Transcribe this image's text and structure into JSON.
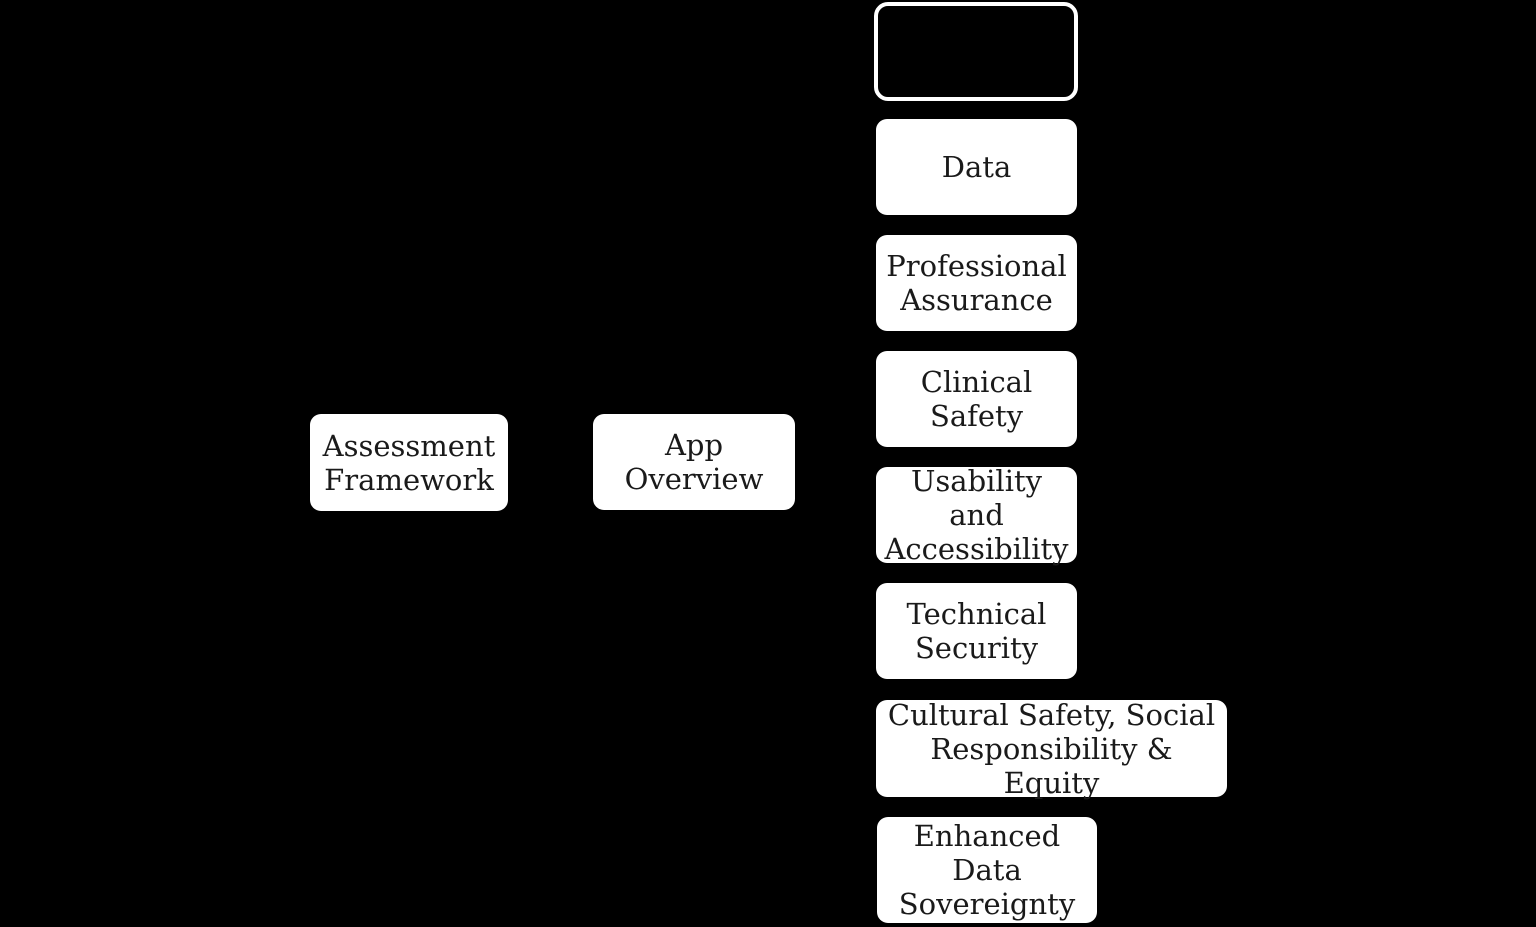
{
  "diagram": {
    "type": "flowchart",
    "background_color": "#000000",
    "node_fill_color": "#ffffff",
    "node_outline_color": "#ffffff",
    "node_text_color": "#1a1a1a"
  },
  "nodes": [
    {
      "id": "assessment-framework",
      "label": "Assessment Framework"
    },
    {
      "id": "app-overview",
      "label": "App Overview"
    },
    {
      "id": "blank-category",
      "label": ""
    },
    {
      "id": "data",
      "label": "Data"
    },
    {
      "id": "professional-assurance",
      "label": "Professional Assurance"
    },
    {
      "id": "clinical-safety",
      "label": "Clinical Safety"
    },
    {
      "id": "usability-accessibility",
      "label": "Usability and Accessibility"
    },
    {
      "id": "technical-security",
      "label": "Technical Security"
    },
    {
      "id": "cultural-safety-social-responsibility-equity",
      "label": "Cultural Safety, Social Responsibility & Equity"
    },
    {
      "id": "enhanced-data-sovereignty",
      "label": "Enhanced Data Sovereignty"
    }
  ]
}
